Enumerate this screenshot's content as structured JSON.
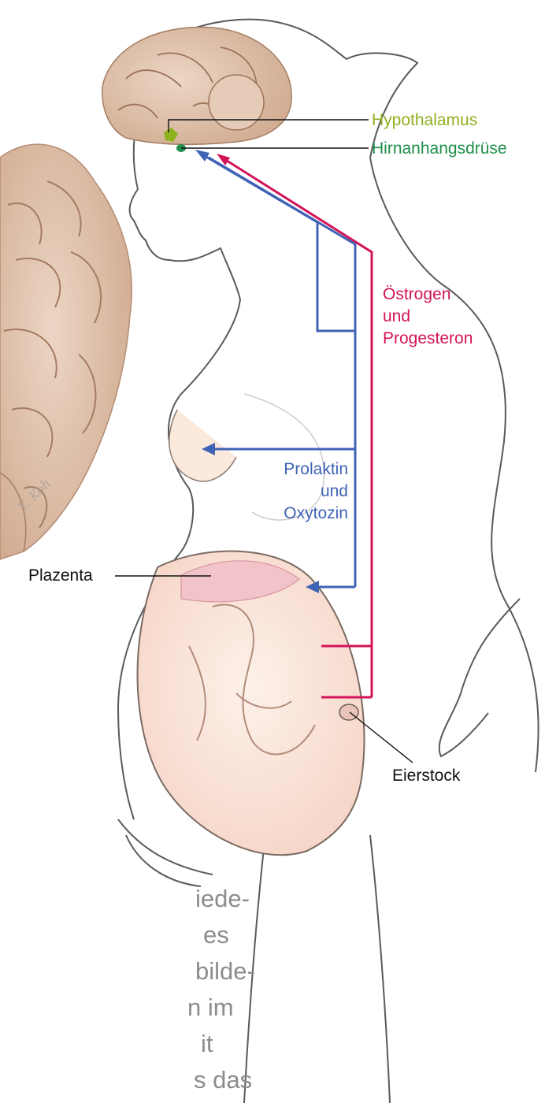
{
  "colors": {
    "hypothalamus": "#8fb01f",
    "pituitary": "#1e8f4a",
    "hormone_ovarian": "#d4145a",
    "hormone_pituitary": "#3f63b5",
    "label_black": "#111111",
    "body_text_gray": "#8c8c8c",
    "brain_fill": "#e3c6b1",
    "skin_fill": "#fbe9dc",
    "placenta_fill": "#f2c4c9",
    "line_art": "#5a5a5a"
  },
  "labels": {
    "hypothalamus": "Hypothalamus",
    "pituitary": "Hirnanhangsdrüse",
    "ovarian_hormones": [
      "Östrogen",
      "und",
      "Progesteron"
    ],
    "pituitary_hormones": [
      "Prolaktin",
      "und",
      "Oxytozin"
    ],
    "placenta": "Plazenta",
    "ovary": "Eierstock",
    "signature": "Y. Koh"
  },
  "body_text_fragments": [
    "iede-",
    "es",
    "bilde-",
    "n im",
    "it",
    "s das"
  ]
}
